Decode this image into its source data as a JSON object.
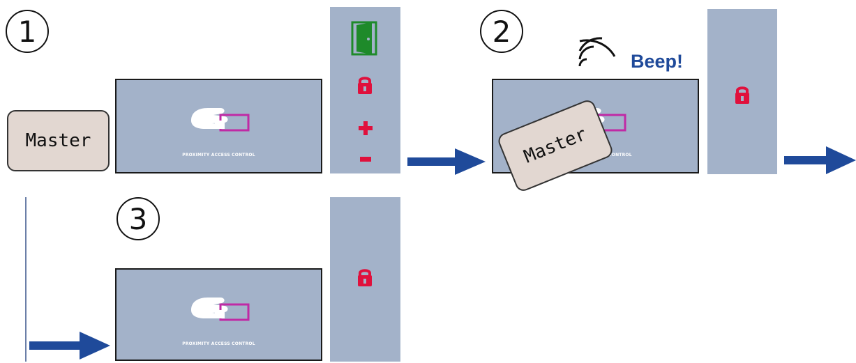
{
  "steps": [
    {
      "number": "1"
    },
    {
      "number": "2"
    },
    {
      "number": "3"
    }
  ],
  "reader_label": "PROXIMITY ACCESS CONTROL",
  "master_card_label": "Master",
  "beep_text": "Beep!",
  "icons": {
    "door": "door-open-icon",
    "lock": "padlock-icon",
    "plus": "plus-icon",
    "minus": "minus-icon",
    "arrow": "arrow-right-icon",
    "wave": "sound-wave-icon",
    "reader_logo": "hand-card-icon"
  },
  "colors": {
    "panel": "#a3b2c9",
    "arrow": "#1f4a9a",
    "lock": "#e0103c",
    "door": "#1e8a2a",
    "card": "#e2d7d1",
    "logo_card": "#c02aa5"
  }
}
